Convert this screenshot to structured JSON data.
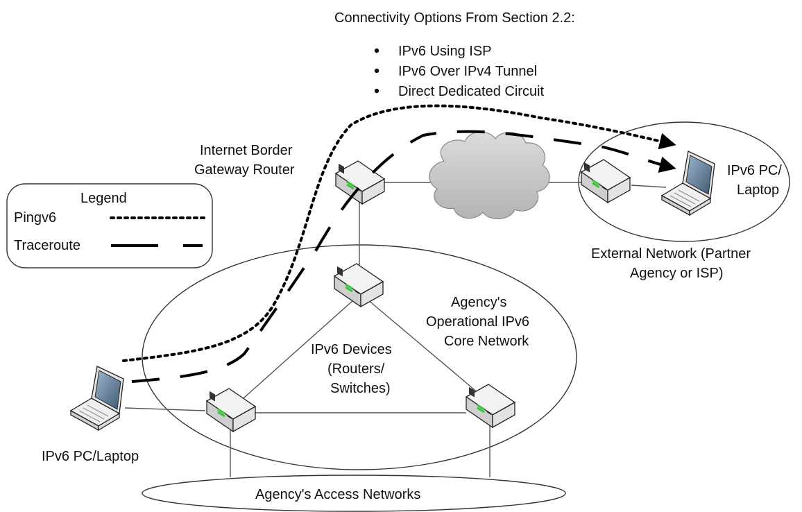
{
  "connectivity": {
    "heading": "Connectivity Options From Section 2.2:",
    "options": [
      "IPv6 Using ISP",
      "IPv6 Over IPv4 Tunnel",
      "Direct Dedicated Circuit"
    ]
  },
  "legend": {
    "title": "Legend",
    "pingv6_label": "Pingv6",
    "traceroute_label": "Traceroute"
  },
  "labels": {
    "border_router_line1": "Internet Border",
    "border_router_line2": "Gateway Router",
    "ext_pc_line1": "IPv6 PC/",
    "ext_pc_line2": "Laptop",
    "ext_network_line1": "External Network (Partner",
    "ext_network_line2": "Agency or ISP)",
    "core_line1": "Agency's",
    "core_line2": "Operational IPv6",
    "core_line3": "Core Network",
    "devices_line1": "IPv6 Devices",
    "devices_line2": "(Routers/",
    "devices_line3": "Switches)",
    "local_pc": "IPv6 PC/Laptop",
    "access_networks": "Agency's Access Networks"
  },
  "colors": {
    "router_body": "#d9d9d9",
    "router_top": "#f2f2f2",
    "router_leds": "#3cc43c",
    "cloud": "#c4c4c4",
    "laptop_screen": "#6e8aa3"
  }
}
